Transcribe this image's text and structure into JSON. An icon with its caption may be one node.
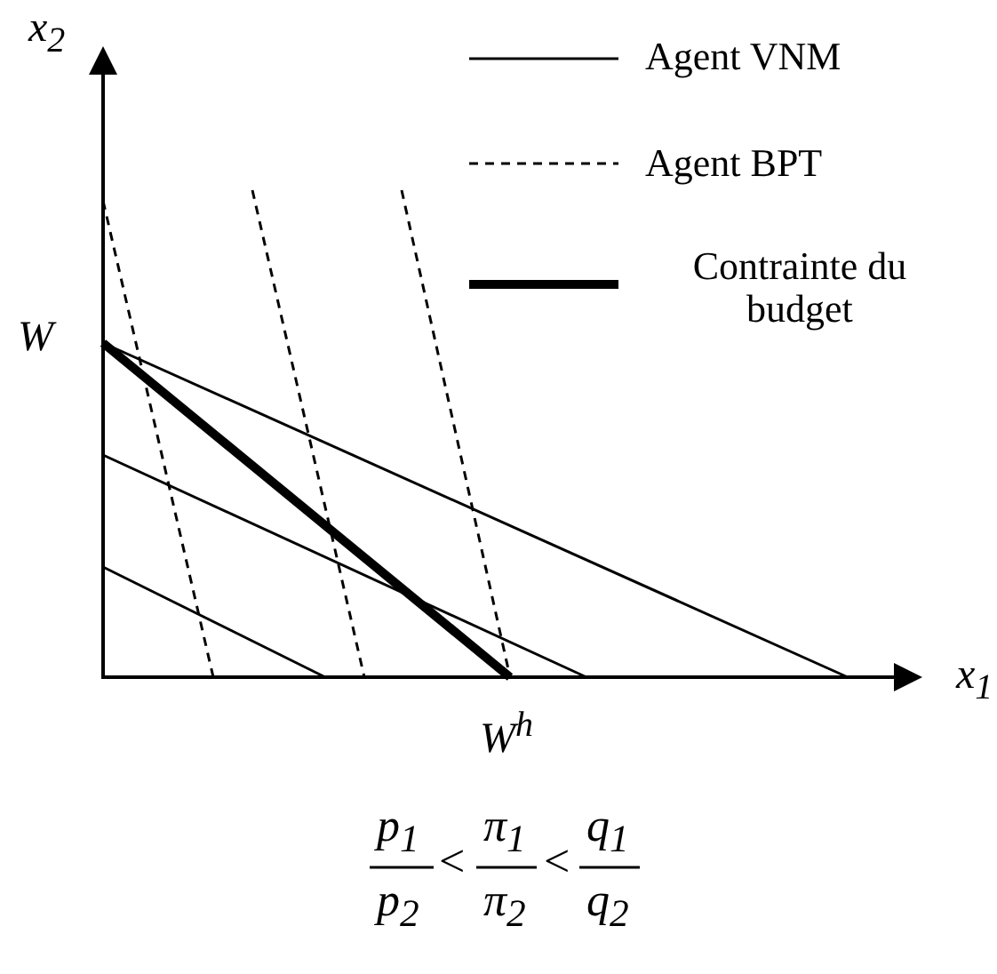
{
  "diagram": {
    "labels": [
      "x$_{2}$",
      "W",
      "W$^{h}$",
      "x$_{1}$",
      "p$_{1}$",
      "p$_{2}$",
      "<",
      "π$_{1}$",
      "π$_{2}$",
      "<",
      "q$_{1}$",
      "q$_{2}$"
    ],
    "legend": [
      {
        "text": "Agent VNM"
      },
      {
        "text": "Agent BPT"
      },
      {
        "text": "Contrainte du budget"
      }
    ]
  }
}
